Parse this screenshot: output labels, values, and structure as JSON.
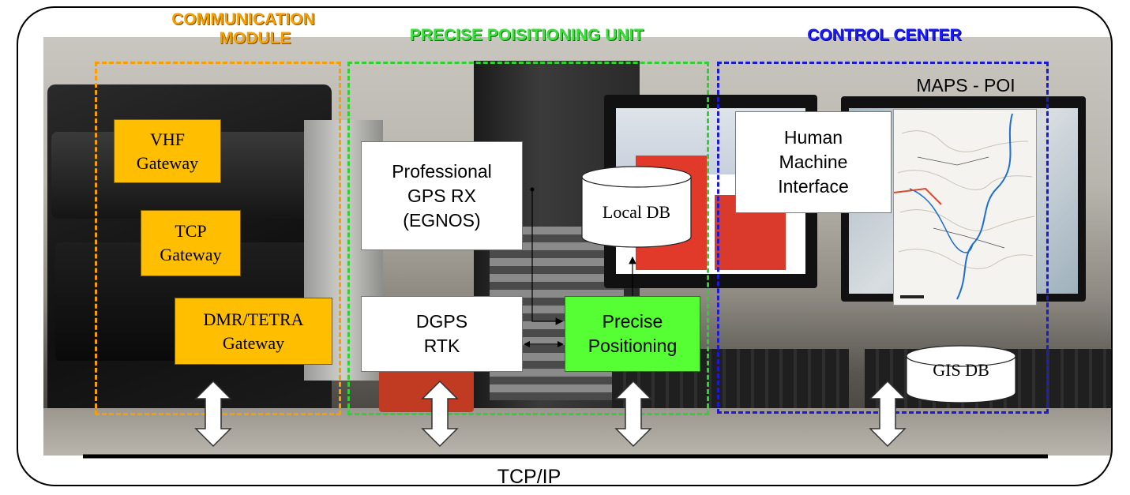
{
  "sections": {
    "communication_module": {
      "title_line1": "COMMUNICATION",
      "title_line2": "MODULE",
      "color": "#f5a000"
    },
    "precise_positioning_unit": {
      "title": "PRECISE POISITIONING UNIT",
      "color": "#2ed12e"
    },
    "control_center": {
      "title": "CONTROL CENTER",
      "color": "#1b1bd6"
    }
  },
  "gateways": {
    "vhf": {
      "line1": "VHF",
      "line2": "Gateway"
    },
    "tcp": {
      "line1": "TCP",
      "line2": "Gateway"
    },
    "dmr": {
      "line1": "DMR/TETRA",
      "line2": "Gateway"
    },
    "color": "#ffbf00"
  },
  "ppu": {
    "gps": {
      "line1": "Professional",
      "line2": "GPS RX",
      "line3": "(EGNOS)"
    },
    "dgps": {
      "line1": "DGPS",
      "line2": "RTK"
    },
    "precise": {
      "line1": "Precise",
      "line2": "Positioning",
      "color": "#55ff33"
    },
    "local_db": "Local DB"
  },
  "control_center": {
    "hmi": {
      "line1": "Human",
      "line2": "Machine",
      "line3": "Interface"
    },
    "maps_label": "MAPS - POI",
    "gis_db": "GIS DB"
  },
  "bus": {
    "label": "TCP/IP"
  }
}
